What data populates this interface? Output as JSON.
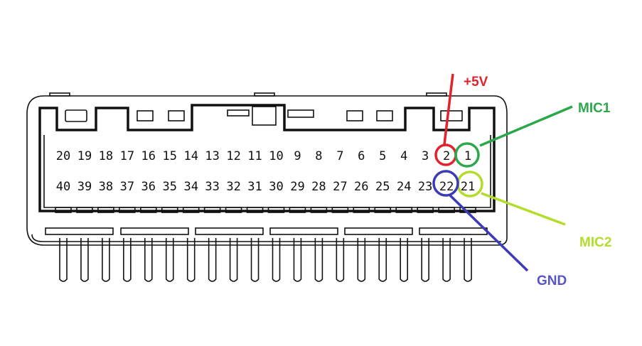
{
  "title": "40-pin connector pinout",
  "pins": {
    "top_row": [
      "20",
      "19",
      "18",
      "17",
      "16",
      "15",
      "14",
      "13",
      "12",
      "11",
      "10",
      "9",
      "8",
      "7",
      "6",
      "5",
      "4",
      "3",
      "2",
      "1"
    ],
    "bottom_row": [
      "40",
      "39",
      "38",
      "37",
      "36",
      "35",
      "34",
      "33",
      "32",
      "31",
      "30",
      "29",
      "28",
      "27",
      "26",
      "25",
      "24",
      "23",
      "22",
      "21"
    ]
  },
  "annotations": [
    {
      "id": "plus5v",
      "label": "+5V",
      "pin": "2",
      "color": "#e0232f"
    },
    {
      "id": "mic1",
      "label": "MIC1",
      "pin": "1",
      "color": "#2ba84a"
    },
    {
      "id": "mic2",
      "label": "MIC2",
      "pin": "21",
      "color": "#b4dc2b"
    },
    {
      "id": "gnd",
      "label": "GND",
      "pin": "22",
      "color": "#3b3bb8",
      "text_color": "#5555c8"
    }
  ]
}
